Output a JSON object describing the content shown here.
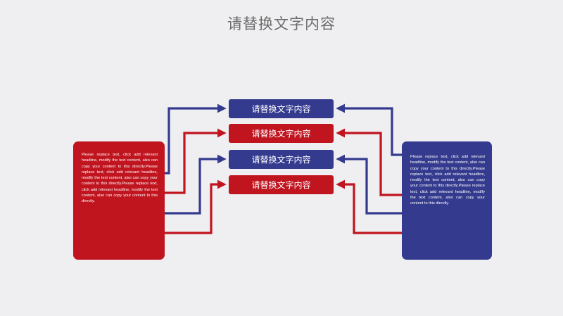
{
  "title": "请替换文字内容",
  "colors": {
    "red": "#c0141f",
    "blue": "#343a8e",
    "title": "#6b6b6b",
    "background": "#efeff1"
  },
  "center_items": [
    {
      "label": "请替换文字内容",
      "color": "blue"
    },
    {
      "label": "请替换文字内容",
      "color": "red"
    },
    {
      "label": "请替换文字内容",
      "color": "blue"
    },
    {
      "label": "请替换文字内容",
      "color": "red"
    }
  ],
  "left_panel": {
    "color": "red",
    "text": "Please replace text, click add relevant headline, modify the text content, also can copy your content to this directly.Please replace text, click add relevant headline, modify the text content, also can copy your content to this directly.Please replace text, click add relevant headline, modify the text content, also can copy your content to this directly."
  },
  "right_panel": {
    "color": "blue",
    "text": "Please replace text, click add relevant headline, modify the text content, also can copy your content to this directly.Please replace text, click add relevant headline, modify the text content, also can copy your content to this directly.Please replace text, click add relevant headline, modify the text content, also can copy your content to this directly."
  }
}
